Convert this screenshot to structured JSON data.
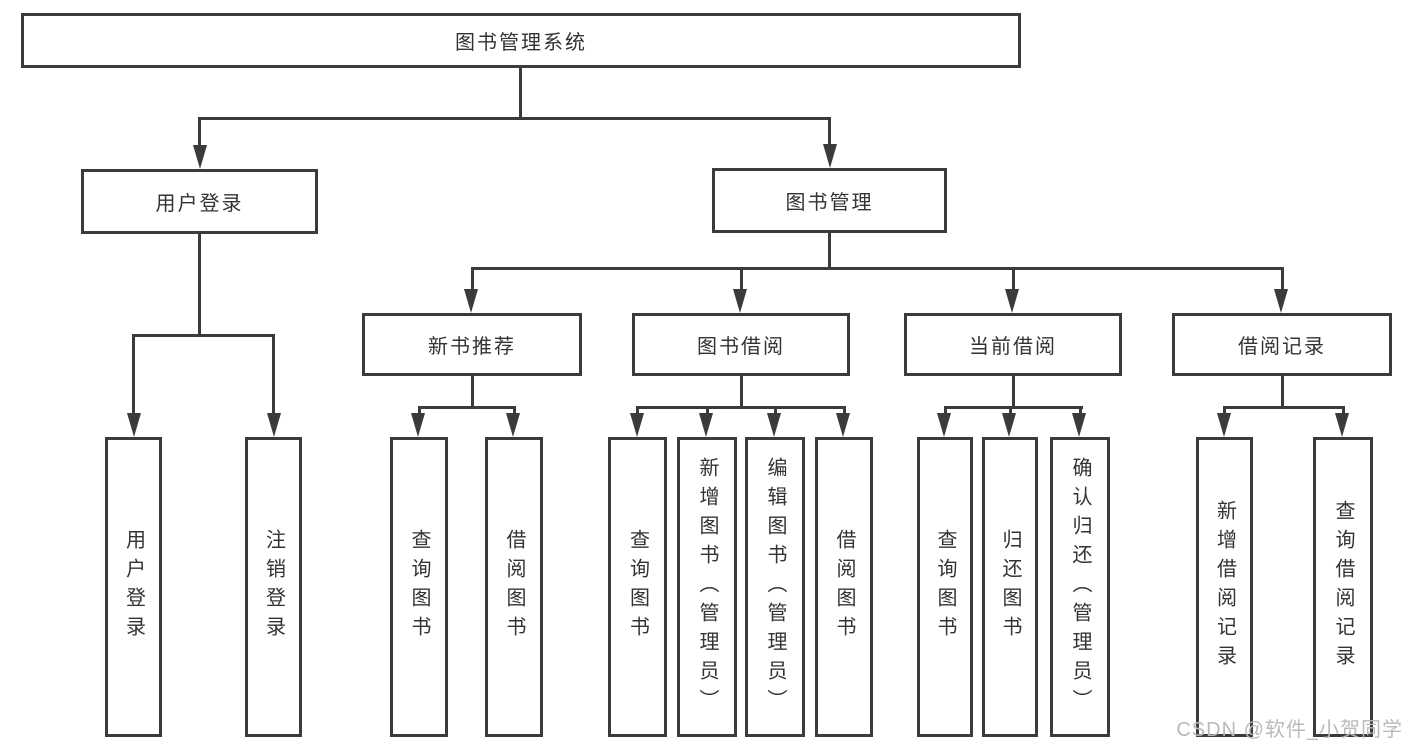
{
  "diagram_title": "图书管理系统",
  "tree": {
    "label": "图书管理系统",
    "children": [
      {
        "label": "用户登录",
        "children": [
          {
            "label": "用户登录"
          },
          {
            "label": "注销登录"
          }
        ]
      },
      {
        "label": "图书管理",
        "children": [
          {
            "label": "新书推荐",
            "children": [
              {
                "label": "查询图书"
              },
              {
                "label": "借阅图书"
              }
            ]
          },
          {
            "label": "图书借阅",
            "children": [
              {
                "label": "查询图书"
              },
              {
                "label": "新增图书（管理员）"
              },
              {
                "label": "编辑图书（管理员）"
              },
              {
                "label": "借阅图书"
              }
            ]
          },
          {
            "label": "当前借阅",
            "children": [
              {
                "label": "查询图书"
              },
              {
                "label": "归还图书"
              },
              {
                "label": "确认归还（管理员）"
              }
            ]
          },
          {
            "label": "借阅记录",
            "children": [
              {
                "label": "新增借阅记录"
              },
              {
                "label": "查询借阅记录"
              }
            ]
          }
        ]
      }
    ]
  },
  "watermark": {
    "text": "CSDN @软件_小贺同学"
  },
  "colors": {
    "line": "#3b3b3b",
    "text": "#333333",
    "watermark": "#b9b9be",
    "background": "#ffffff"
  }
}
